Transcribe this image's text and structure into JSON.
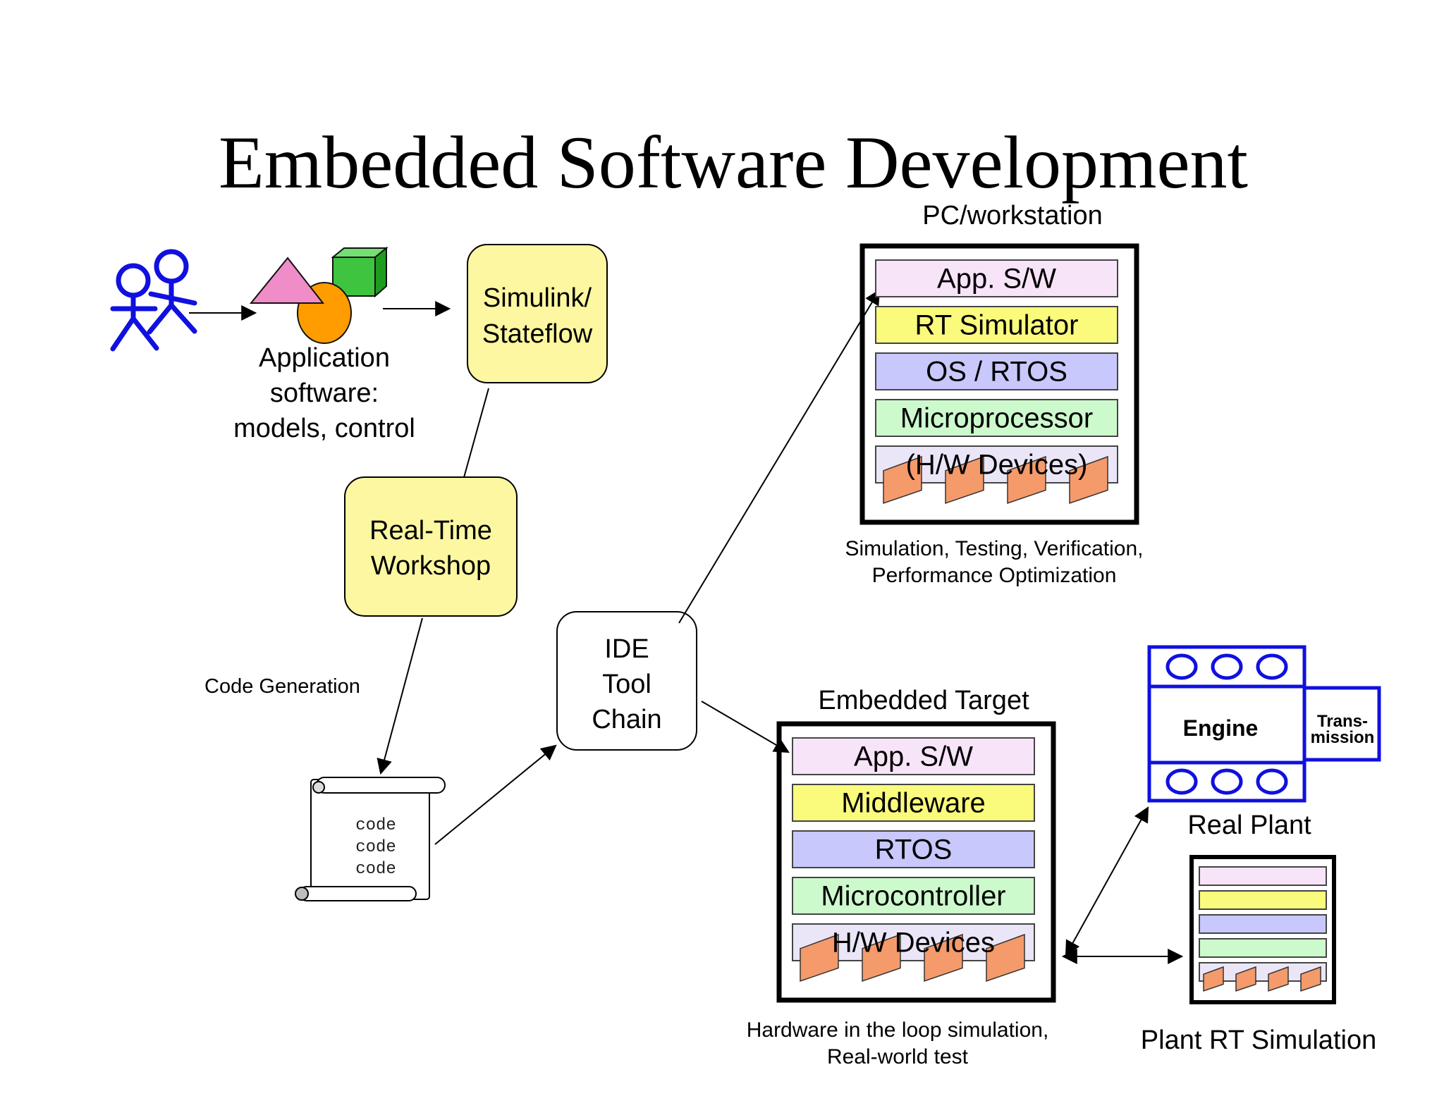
{
  "title": "Embedded Software Development",
  "users_icon": "stick-figures-icon",
  "application": {
    "shapes_icon": "geometric-shapes-icon",
    "label_lines": [
      "Application",
      "software:",
      "models, control"
    ]
  },
  "simulink_lines": [
    "Simulink/",
    "Stateflow"
  ],
  "rtw_lines": [
    "Real-Time",
    "Workshop"
  ],
  "code_generation": "Code Generation",
  "code_scroll": {
    "icon": "scroll-icon",
    "lines": [
      "code",
      "code",
      "code"
    ]
  },
  "ide_lines": [
    "IDE",
    "Tool",
    "Chain"
  ],
  "pc": {
    "heading": "PC/workstation",
    "layers": [
      "App. S/W",
      "RT Simulator",
      "OS / RTOS",
      "Microprocessor",
      "(H/W Devices)"
    ],
    "caption_lines": [
      "Simulation, Testing, Verification,",
      "Performance Optimization"
    ]
  },
  "target": {
    "heading": "Embedded Target",
    "layers": [
      "App. S/W",
      "Middleware",
      "RTOS",
      "Microcontroller",
      "H/W Devices"
    ],
    "caption_lines": [
      "Hardware in the loop simulation,",
      "Real-world test"
    ]
  },
  "real_plant": {
    "engine": "Engine",
    "transmission_lines": [
      "Trans-",
      "mission"
    ],
    "label": "Real Plant"
  },
  "plant_sim": {
    "label": "Plant RT Simulation"
  },
  "colors": {
    "user_blue": "#1010e0",
    "note_yellow": "#fcf7a0",
    "layer_pink": "#f8e4f8",
    "layer_yellow": "#fafa7c",
    "layer_blue": "#c8c8fc",
    "layer_green": "#cdfacd",
    "layer_lavender": "#eae6f8",
    "device_orange": "#f59a6a",
    "triangle_pink": "#f08cc8",
    "circle_orange": "#ff9c00",
    "cube_green": "#3ec43e"
  }
}
